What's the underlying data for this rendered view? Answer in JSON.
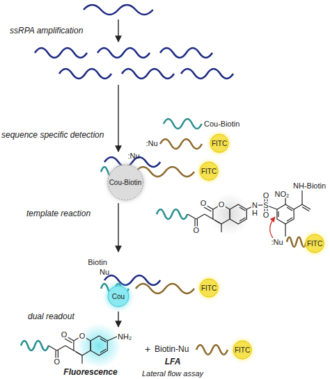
{
  "diagram": {
    "nodes": [
      {
        "text": [
          "FITC"
        ]
      },
      {
        "text": [
          "FITC"
        ]
      },
      {
        "text": [
          "Cou-Biotin"
        ]
      },
      {
        "text": [
          "FITC"
        ]
      },
      {
        "text": [
          "FITC"
        ]
      },
      {
        "text": [
          "Cou"
        ]
      },
      {
        "text": [
          "FITC"
        ]
      }
    ],
    "labels": [
      "ssRPA amplification",
      "sequence specific detection",
      "Cou-Biotin",
      ":Nu",
      ":Nu",
      "template reaction",
      "O",
      "O",
      "O",
      "N",
      "H",
      "S",
      "O",
      "O",
      "NO₂",
      "NH-Biotin",
      ":Nu",
      "Biotin",
      "Nu",
      "dual readout",
      "O",
      "O",
      "O",
      "NH₂",
      "Fluorescence",
      "+",
      "Biotin-Nu",
      "LFA",
      "Lateral flow assay"
    ]
  }
}
